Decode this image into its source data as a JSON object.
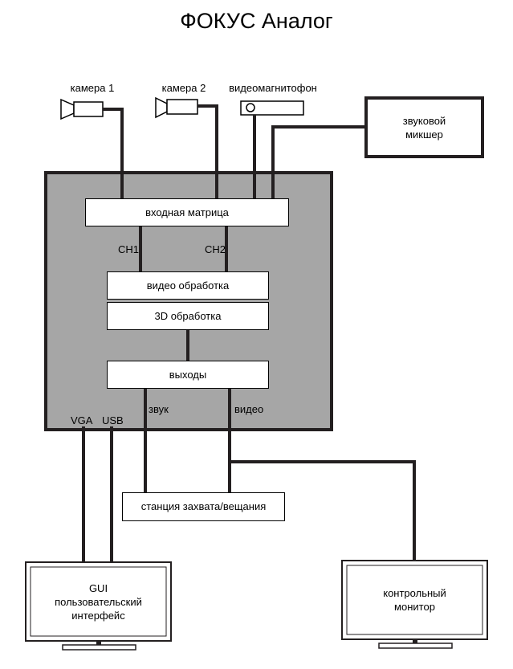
{
  "title": "ФОКУС Аналог",
  "sources": {
    "camera1": "камера 1",
    "camera2": "камера 2",
    "vcr": "видеомагнитофон",
    "mixer_line1": "звуковой",
    "mixer_line2": "микшер"
  },
  "blocks": {
    "input_matrix": "входная матрица",
    "ch1": "CH1",
    "ch2": "CH2",
    "video_processing": "видео обработка",
    "processing_3d": "3D обработка",
    "outputs": "выходы",
    "sound": "звук",
    "video": "видео",
    "vga": "VGA",
    "usb": "USB"
  },
  "station": "станция захвата/вещания",
  "monitors": {
    "gui_line1": "GUI",
    "gui_line2": "пользовательский",
    "gui_line3": "интерфейс",
    "control_line1": "контрольный",
    "control_line2": "монитор"
  }
}
